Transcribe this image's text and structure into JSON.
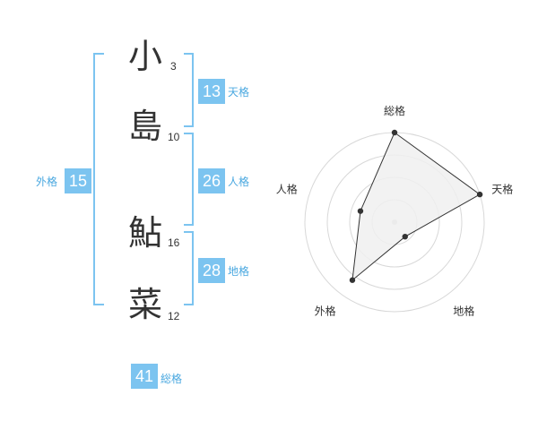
{
  "name_chars": [
    {
      "char": "小",
      "strokes": "3"
    },
    {
      "char": "島",
      "strokes": "10"
    },
    {
      "char": "鮎",
      "strokes": "16"
    },
    {
      "char": "菜",
      "strokes": "12"
    }
  ],
  "fortune": {
    "tenkaku": {
      "value": "13",
      "label": "天格"
    },
    "jinkaku": {
      "value": "26",
      "label": "人格"
    },
    "chikaku": {
      "value": "28",
      "label": "地格"
    },
    "gaikaku": {
      "value": "15",
      "label": "外格"
    },
    "soukaku": {
      "value": "41",
      "label": "総格"
    }
  },
  "colors": {
    "accent": "#7cc4f0",
    "accent_text": "#4aa8e0",
    "polygon_fill": "#f0f0f0"
  },
  "chart_data": {
    "type": "radar",
    "axes": [
      "総格",
      "天格",
      "地格",
      "外格",
      "人格"
    ],
    "values": [
      5,
      5,
      1,
      4,
      2
    ],
    "rlim": [
      0,
      5
    ],
    "rings": 4,
    "grid": true
  }
}
